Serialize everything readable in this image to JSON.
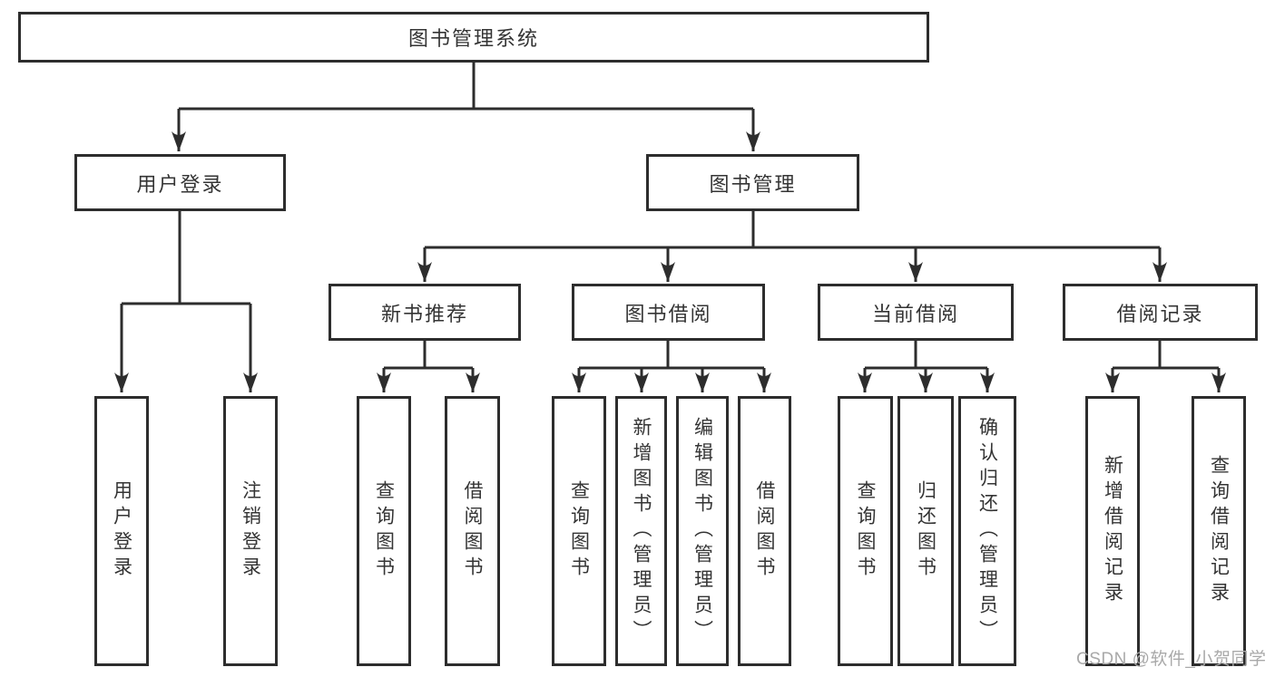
{
  "tree": {
    "label": "图书管理系统",
    "children": [
      {
        "label": "用户登录",
        "children": [
          {
            "label": "用户登录"
          },
          {
            "label": "注销登录"
          }
        ]
      },
      {
        "label": "图书管理",
        "children": [
          {
            "label": "新书推荐",
            "children": [
              {
                "label": "查询图书"
              },
              {
                "label": "借阅图书"
              }
            ]
          },
          {
            "label": "图书借阅",
            "children": [
              {
                "label": "查询图书"
              },
              {
                "label": "新增图书（管理员）"
              },
              {
                "label": "编辑图书（管理员）"
              },
              {
                "label": "借阅图书"
              }
            ]
          },
          {
            "label": "当前借阅",
            "children": [
              {
                "label": "查询图书"
              },
              {
                "label": "归还图书"
              },
              {
                "label": "确认归还（管理员）"
              }
            ]
          },
          {
            "label": "借阅记录",
            "children": [
              {
                "label": "新增借阅记录"
              },
              {
                "label": "查询借阅记录"
              }
            ]
          }
        ]
      }
    ]
  },
  "watermark": {
    "text": "CSDN @软件_小贺同学"
  },
  "colors": {
    "line": "#2d2d2d",
    "box_border": "#2d2d2d",
    "text": "#343434",
    "watermark": "#a9a9a9",
    "background": "#ffffff"
  }
}
